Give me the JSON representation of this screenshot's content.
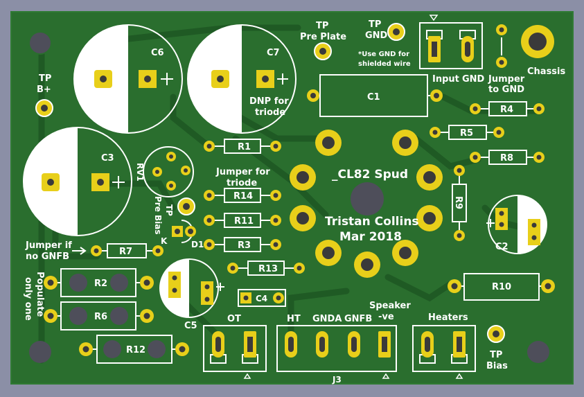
{
  "title": "_CL82 Spud",
  "author": "Tristan Collins",
  "date": "Mar 2018",
  "colors": {
    "background": "#8b8fa6",
    "board": "#2a6e2e",
    "board_edge": "#2f7a33",
    "trace": "#1f5a24",
    "silk": "#ffffff",
    "pad": "#e8cf1a",
    "pad_hole": "#3a3a3a",
    "mount_hole": "#4e4e5a"
  },
  "labels": {
    "tp_pre_plate_1": "TP",
    "tp_pre_plate_2": "Pre Plate",
    "tp_gnd_1": "TP",
    "tp_gnd_2": "GND",
    "gnd_note_1": "*Use GND for",
    "gnd_note_2": "shielded wire",
    "input": "Input",
    "gnd": "GND",
    "jumper_gnd_1": "Jumper",
    "jumper_gnd_2": "to GND",
    "chassis": "Chassis",
    "tp_bplus_1": "TP",
    "tp_bplus_2": "B+",
    "dnp_1": "DNP for",
    "dnp_2": "triode",
    "jumper_triode_1": "Jumper for",
    "jumper_triode_2": "triode",
    "tp_pre_bias_1": "TP",
    "tp_pre_bias_2": "Pre Bias",
    "jumper_gnfb_1": "Jumper if",
    "jumper_gnfb_2": "no GNFB",
    "populate_1": "Populate",
    "populate_2": "only one",
    "ot": "OT",
    "ht": "HT",
    "gnda": "GNDA",
    "gnfb": "GNFB",
    "speaker_1": "Speaker",
    "speaker_2": "-ve",
    "heaters": "Heaters",
    "tp_bias_1": "TP",
    "tp_bias_2": "Bias",
    "j3": "J3",
    "k_mark": "K"
  },
  "refs": {
    "c1": "C1",
    "c2": "C2",
    "c3": "C3",
    "c4": "C4",
    "c5": "C5",
    "c6": "C6",
    "c7": "C7",
    "r1": "R1",
    "r2": "R2",
    "r3": "R3",
    "r4": "R4",
    "r5": "R5",
    "r6": "R6",
    "r7": "R7",
    "r8": "R8",
    "r9": "R9",
    "r10": "R10",
    "r11": "R11",
    "r12": "R12",
    "r13": "R13",
    "r14": "R14",
    "rv1": "RV1",
    "d1": "D1"
  }
}
